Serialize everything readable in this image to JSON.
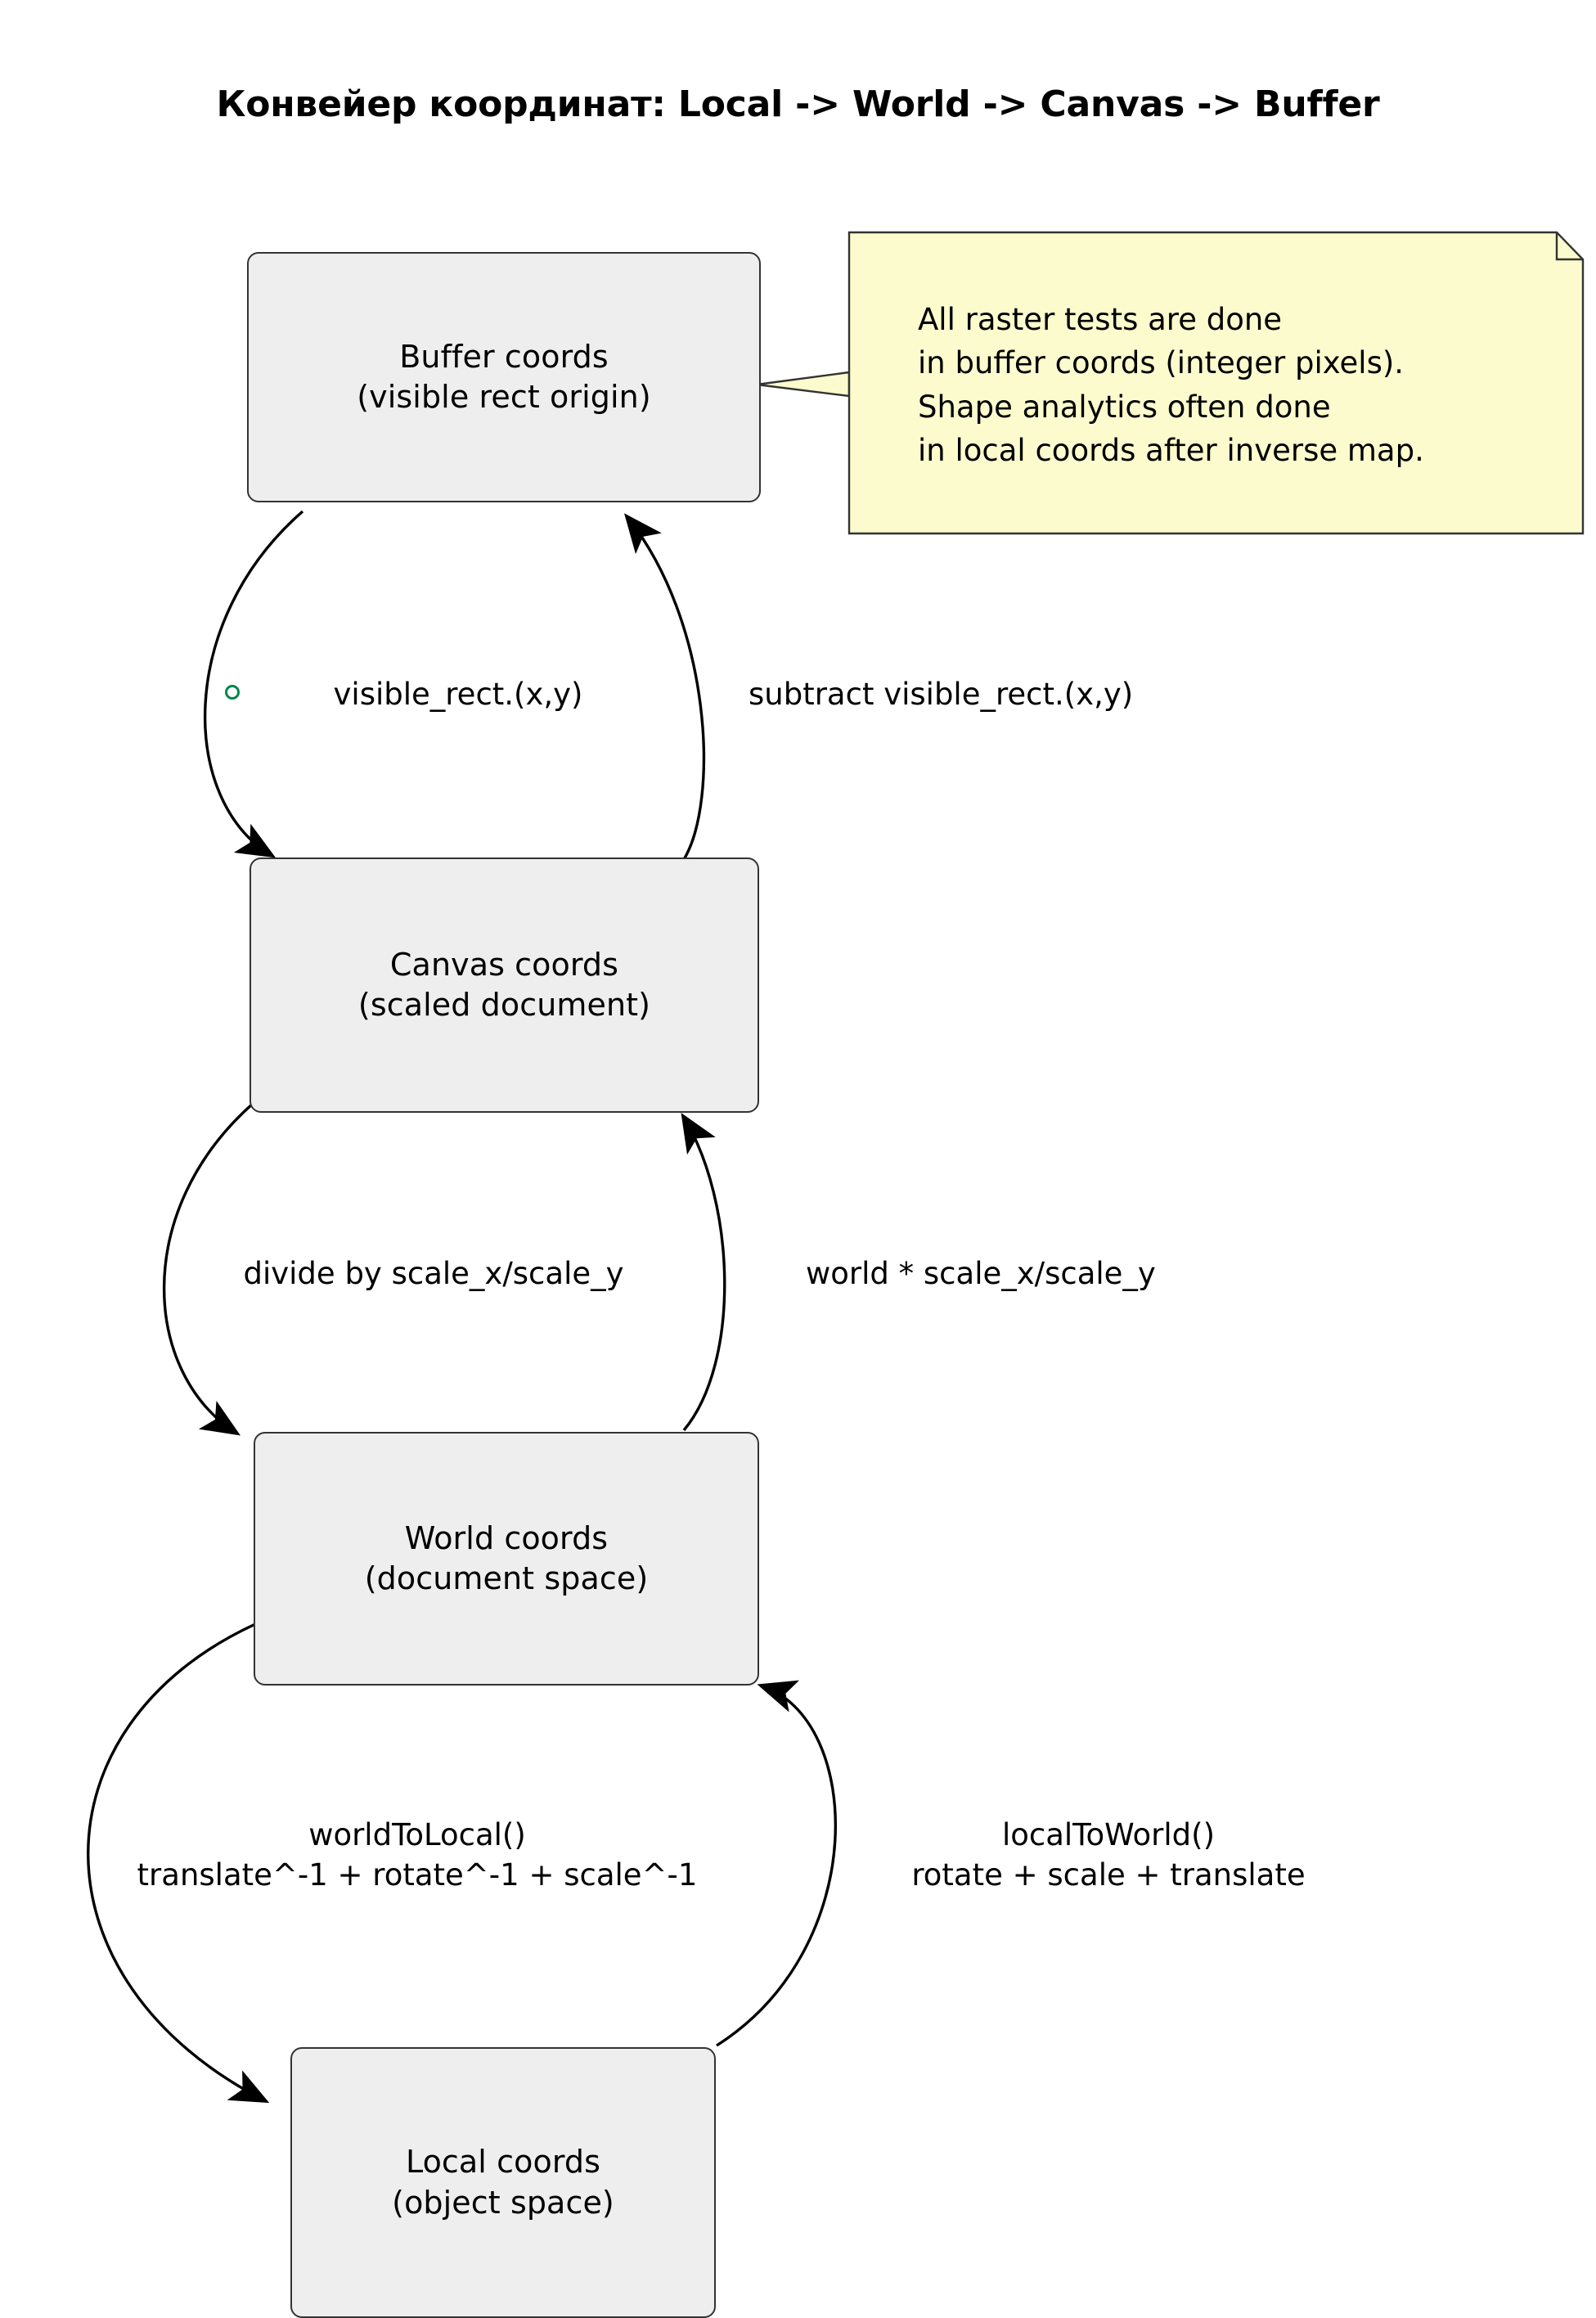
{
  "title": "Конвейер координат: Local -> World -> Canvas -> Buffer",
  "colors": {
    "node_fill": "#eeeeee",
    "node_stroke": "#333333",
    "note_fill": "#fbfbcd",
    "note_stroke": "#333333",
    "edge_stroke": "#000000",
    "marker_green": "#00874a",
    "background": "#ffffff"
  },
  "nodes": [
    {
      "id": "buffer",
      "label": "Buffer coords\n(visible rect origin)"
    },
    {
      "id": "canvas",
      "label": "Canvas coords\n(scaled document)"
    },
    {
      "id": "world",
      "label": "World coords\n(document space)"
    },
    {
      "id": "local",
      "label": "Local coords\n(object space)"
    }
  ],
  "note": {
    "id": "raster-note",
    "text": "All raster tests are done\nin buffer coords (integer pixels).\nShape analytics often done\nin local coords after inverse map.",
    "attached_to": "buffer"
  },
  "edges": [
    {
      "id": "buffer-to-canvas",
      "from": "buffer",
      "to": "canvas",
      "label": "visible_rect.(x,y)",
      "marker": "green-circle"
    },
    {
      "id": "canvas-to-buffer",
      "from": "canvas",
      "to": "buffer",
      "label": "subtract visible_rect.(x,y)"
    },
    {
      "id": "canvas-to-world",
      "from": "canvas",
      "to": "world",
      "label": "divide by scale_x/scale_y"
    },
    {
      "id": "world-to-canvas",
      "from": "world",
      "to": "canvas",
      "label": "world * scale_x/scale_y"
    },
    {
      "id": "world-to-local",
      "from": "world",
      "to": "local",
      "label": "worldToLocal()\ntranslate^-1 + rotate^-1 + scale^-1"
    },
    {
      "id": "local-to-world",
      "from": "local",
      "to": "world",
      "label": "localToWorld()\nrotate + scale + translate"
    }
  ]
}
